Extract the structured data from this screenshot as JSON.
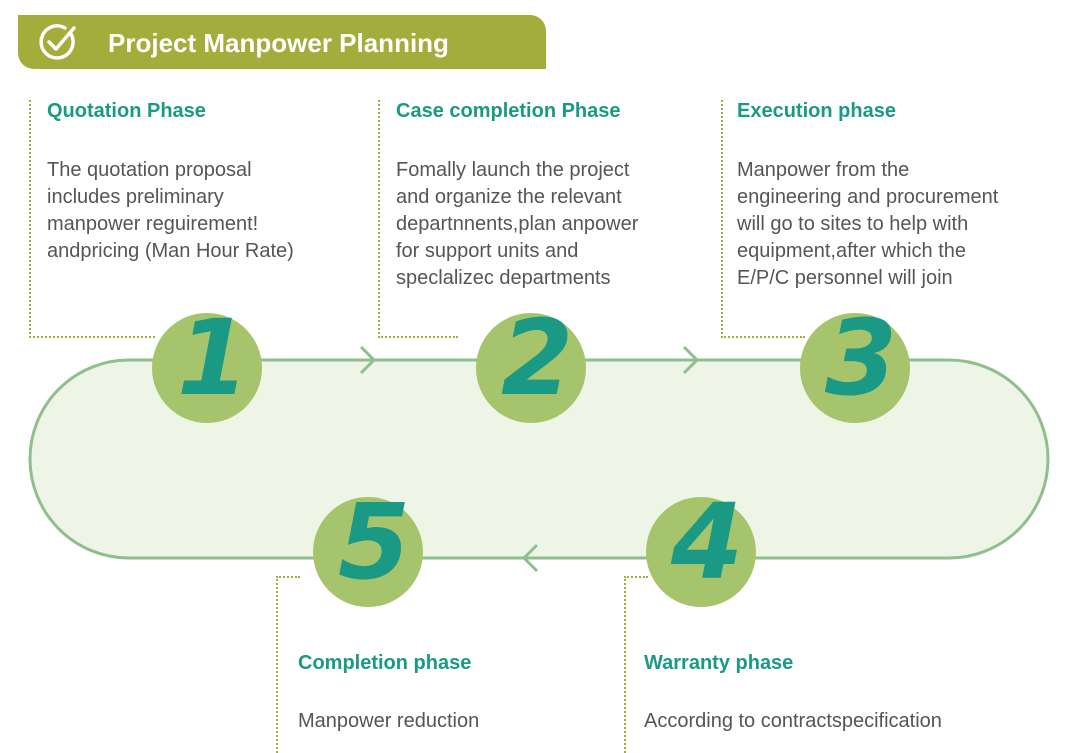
{
  "header": {
    "title": "Project Manpower Planning",
    "icon": "check-circle-icon"
  },
  "phases": [
    {
      "number": "1",
      "title": "Quotation Phase",
      "description": "The quotation proposal\nincludes preliminary\nmanpower reguirement!\nandpricing (Man Hour Rate)"
    },
    {
      "number": "2",
      "title": "Case completion  Phase",
      "description": "Fomally launch the project\nand organize the relevant\ndepartnnents,plan anpower\nfor support units  and\nspeclalizec departments"
    },
    {
      "number": "3",
      "title": "Execution phase",
      "description": "Manpower from the\nengineering and procurement\nwill go to sites to help with\nequipment,after which the\nE/P/C personnel will join"
    },
    {
      "number": "4",
      "title": "Warranty phase",
      "description": "According to contractspecification"
    },
    {
      "number": "5",
      "title": "Completion phase",
      "description": "Manpower reduction"
    }
  ],
  "colors": {
    "header_bg": "#a2ad3c",
    "title_text": "#1a9a84",
    "circle_fill": "#a6c46b",
    "loop_fill": "#eef5e6",
    "loop_stroke": "#8fbf8c",
    "body_text": "#555555"
  }
}
